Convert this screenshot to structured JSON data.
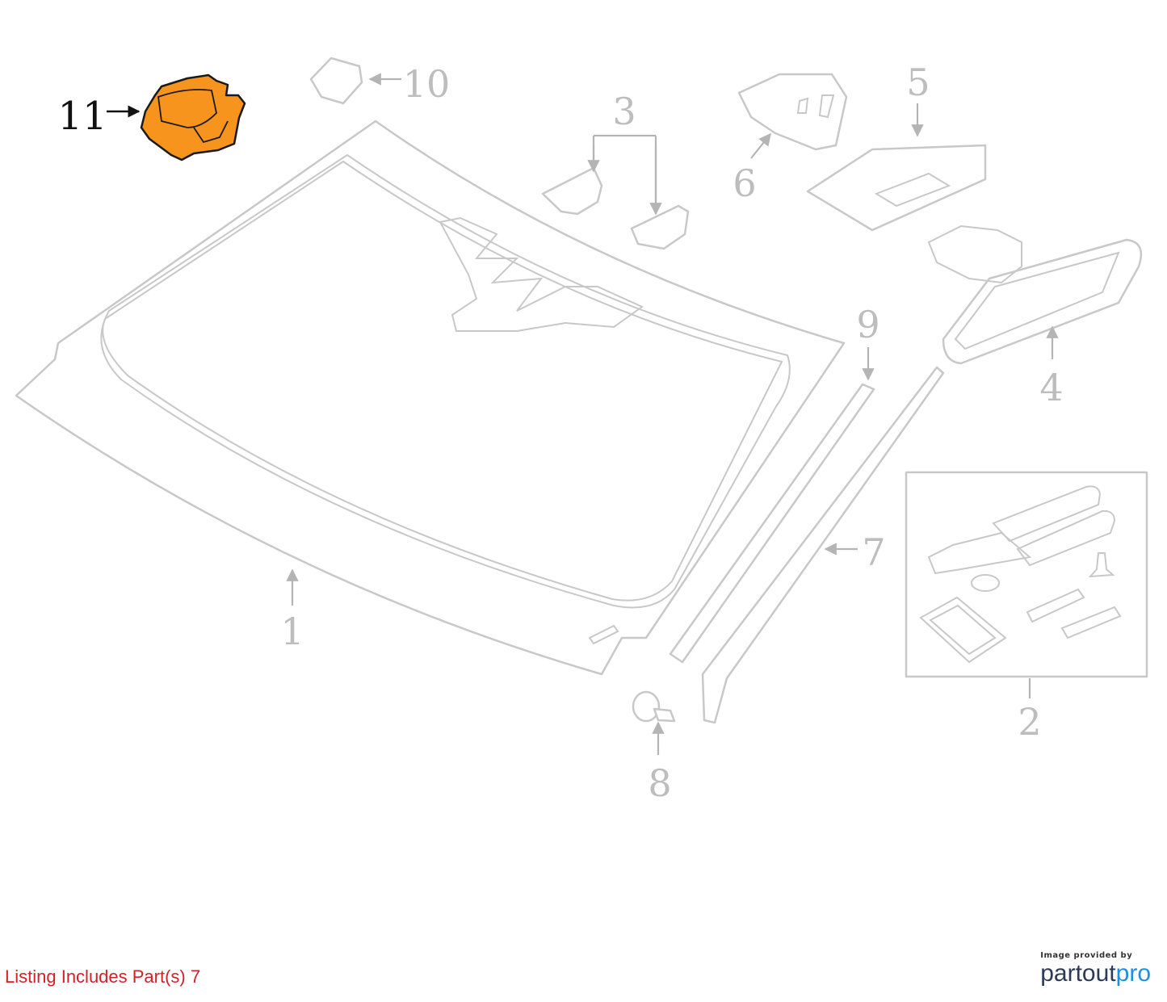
{
  "callouts": {
    "c1": "1",
    "c2": "2",
    "c3": "3",
    "c4": "4",
    "c5": "5",
    "c6": "6",
    "c7": "7",
    "c8": "8",
    "c9": "9",
    "c10": "10",
    "c11": "11"
  },
  "highlighted_part": "11",
  "highlight_color": "#f7941d",
  "footer": {
    "listing": "Listing Includes Part(s) 7",
    "listing_color": "#d42027",
    "credit_small": "Image provided by",
    "brand_part1": "partout",
    "brand_part2": "pro"
  }
}
